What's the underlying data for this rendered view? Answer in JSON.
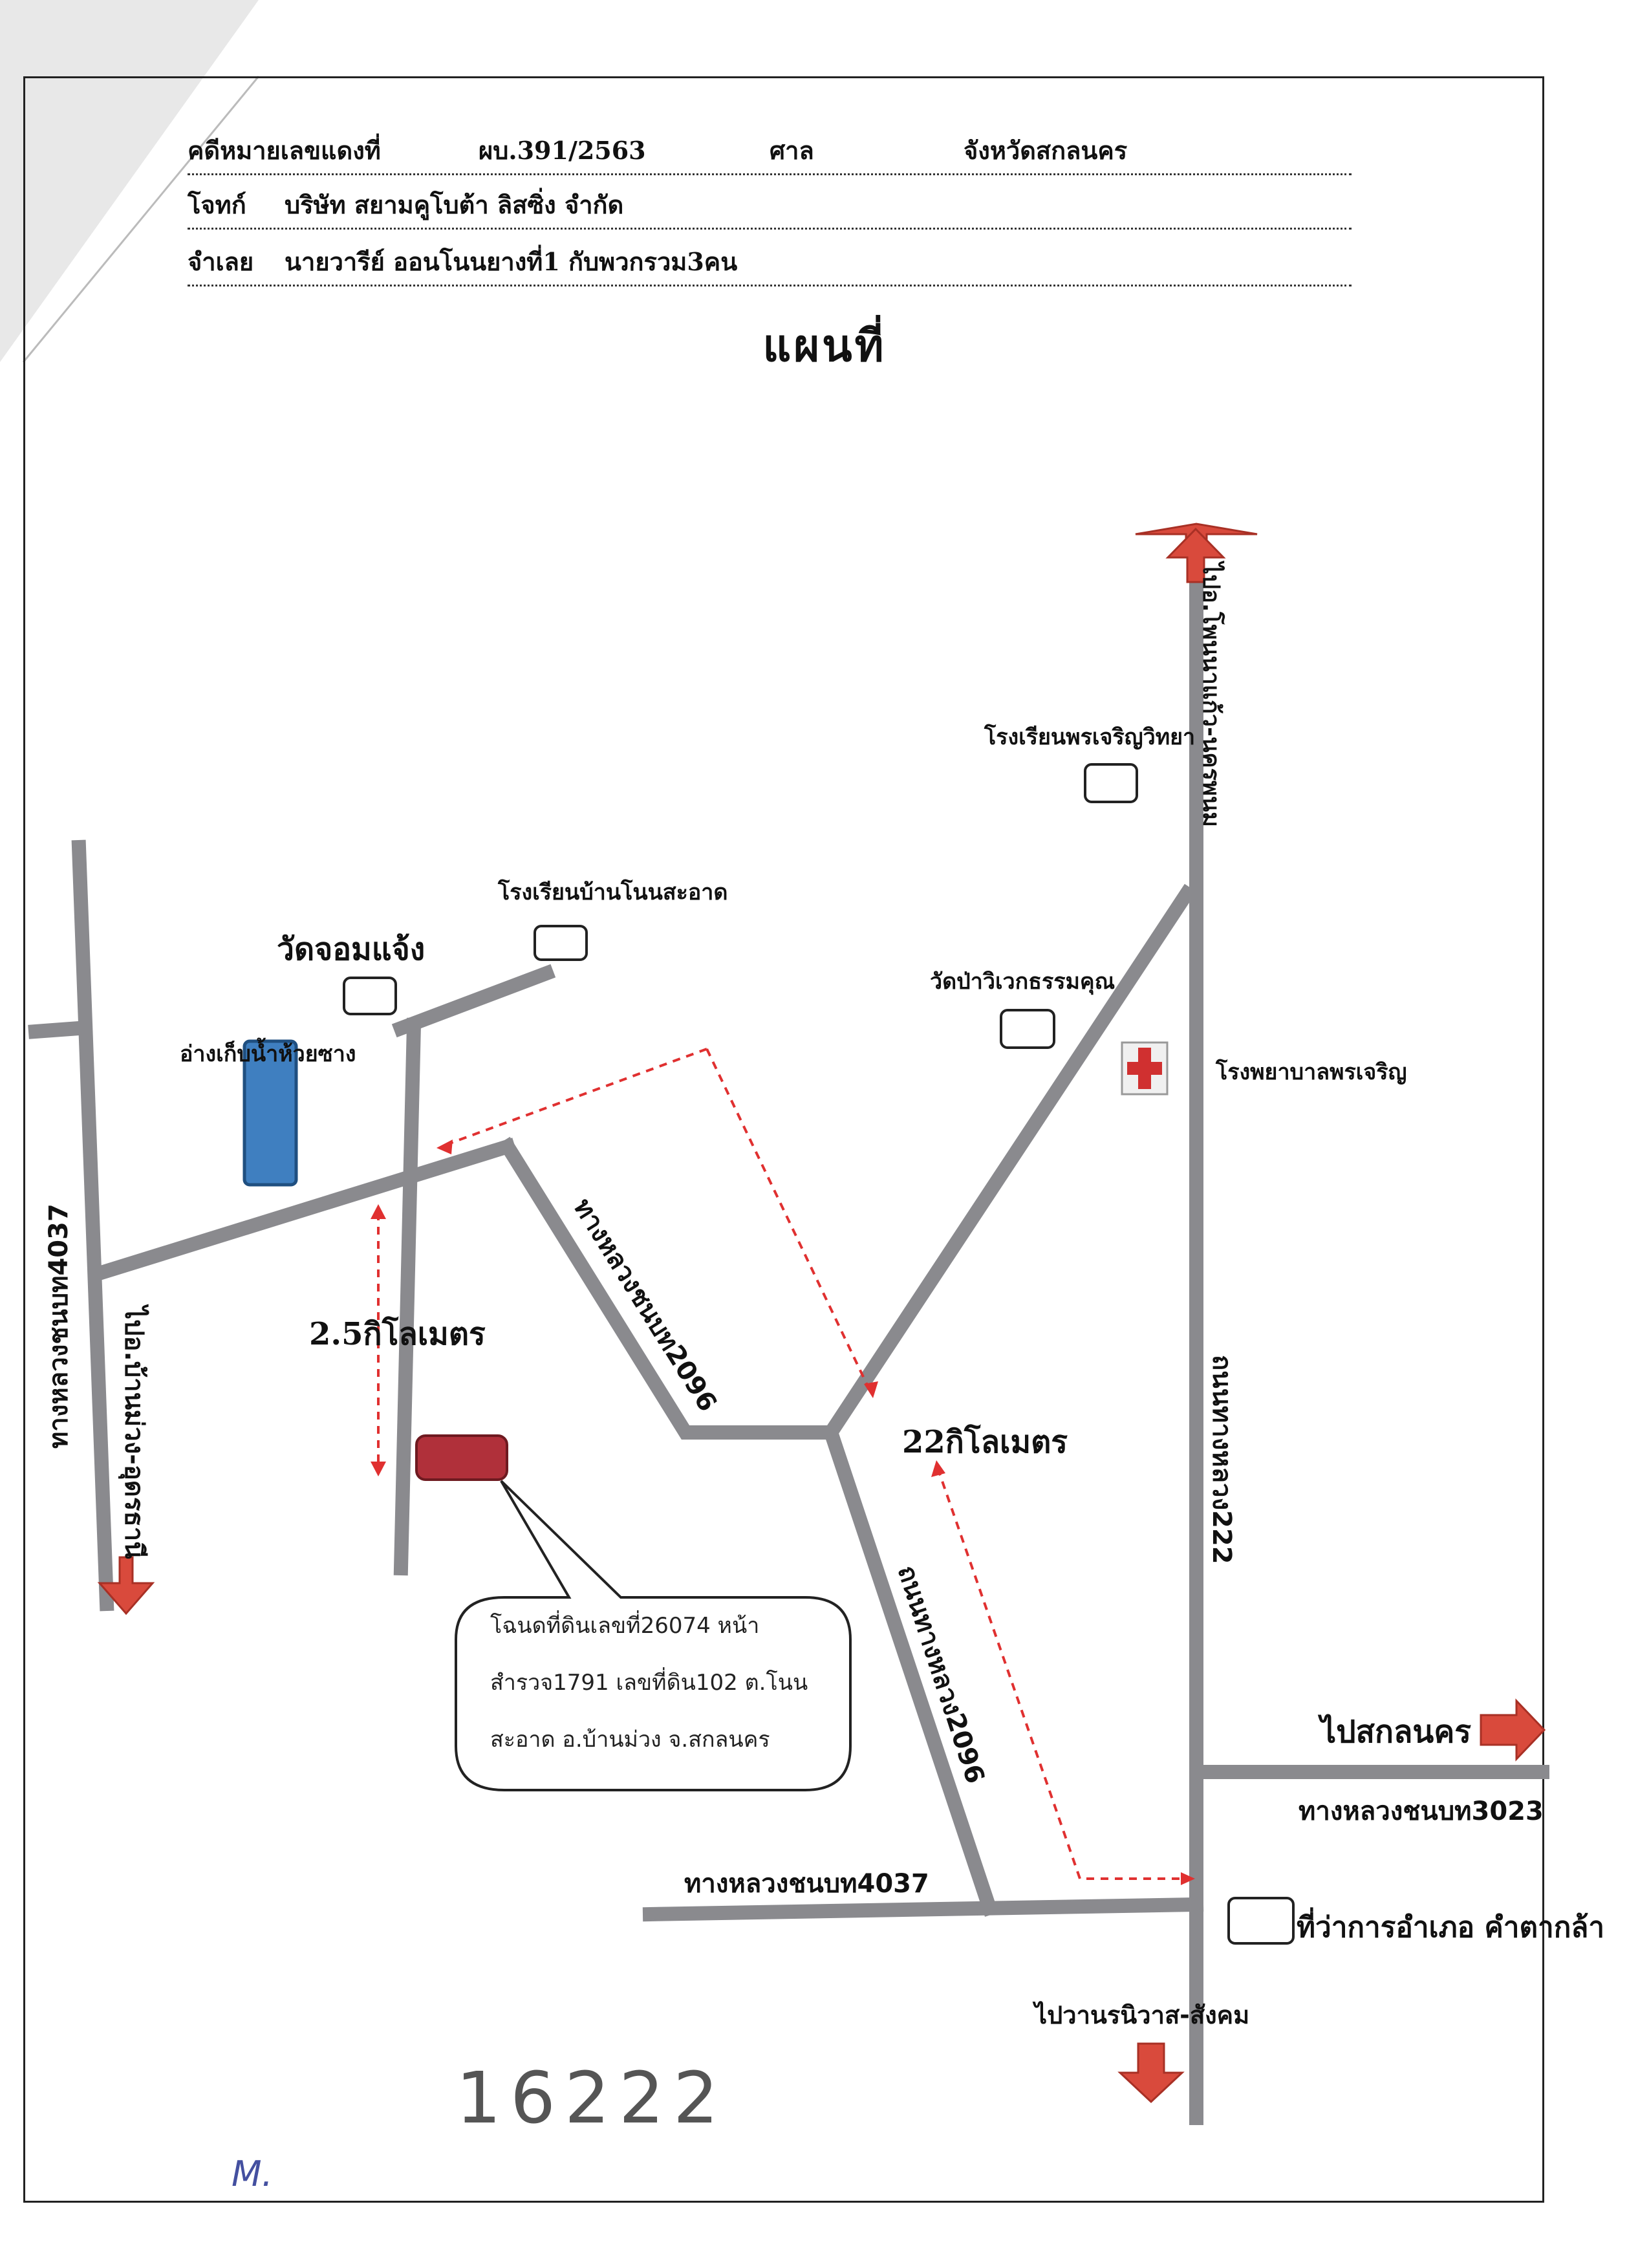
{
  "header": {
    "case_label": "คดีหมายเลขแดงที่",
    "case_number": "ผบ.391/2563",
    "court_label": "ศาล",
    "court_name": "จังหวัดสกลนคร",
    "plaintiff_label": "โจทก์",
    "plaintiff_name": "บริษัท สยามคูโบต้า ลิสซิ่ง จำกัด",
    "defendant_label": "จำเลย",
    "defendant_name": "นายวารีย์ ออนโนนยางที่1 กับพวกรวม3คน"
  },
  "title": "แผนที่",
  "labels": {
    "to_phon_nakhon": "ไปอ.โพนนาแก้ว-นครพนม",
    "school_phon_charoen": "โรงเรียนพรเจริญวิทยา",
    "school_ban_non_sa_at": "โรงเรียนบ้านโนนสะอาด",
    "wat_chom_chaeng": "วัดจอมแจ้ง",
    "reservoir": "อ่างเก็บน้ำห้วยซาง",
    "wat_pa_wiwek": "วัดป่าวิเวกธรรมคุณ",
    "hospital": "โรงพยาบาลพรเจริญ",
    "road_2096_upper": "ทางหลวงชนบท2096",
    "distance_25km": "2.5กิโลเมตร",
    "distance_22km": "22กิโลเมตร",
    "road_4037_left": "ทางหลวงชนบท4037",
    "to_ban_muang": "ไปอ.บ้านม่วง-อุดรธานี",
    "highway_222": "ถนนทางหลวง222",
    "road_2096_lower": "ถนนทางหลวง2096",
    "to_sakon_nakhon": "ไปสกลนคร",
    "road_3023": "ทางหลวงชนบท3023",
    "road_4037_bottom": "ทางหลวงชนบท4037",
    "district_office": "ที่ว่าการอำเภอ คำตากล้า",
    "to_wanon_niwat": "ไปวานรนิวาส-สังคม"
  },
  "callout": {
    "line1": "โฉนดที่ดินเลขที่26074 หน้า",
    "line2": "สำรวจ1791 เลขที่ดิน102 ต.โนน",
    "line3": "สะอาด อ.บ้านม่วง  จ.สกลนคร"
  },
  "handwritten": {
    "number": "16222",
    "mark": "M."
  },
  "colors": {
    "road": "#8a8a8e",
    "arrow": "#d94a3c",
    "dotted": "#e03030",
    "reservoir": "#3f7fc0",
    "parcel": "#b0303a",
    "hospital_cross": "#d03030"
  }
}
